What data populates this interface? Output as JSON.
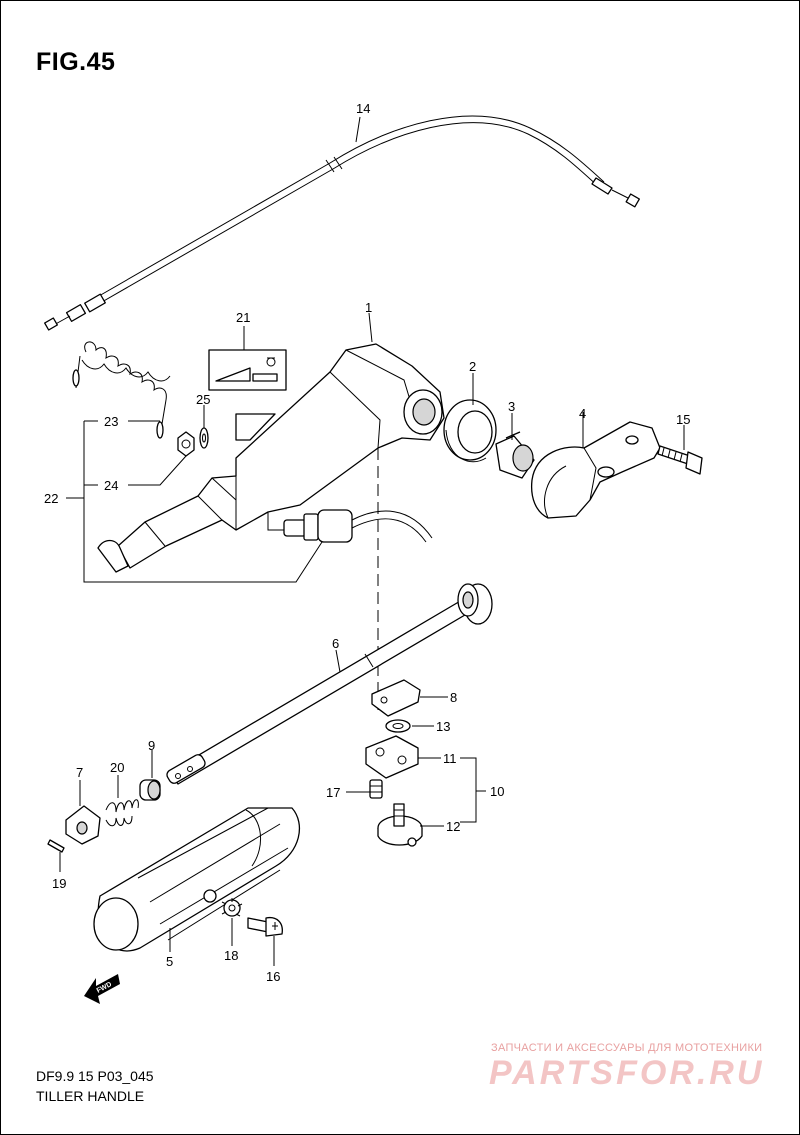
{
  "figure": {
    "title": "FIG.45",
    "model_code": "DF9.9 15 P03_045",
    "name": "TILLER HANDLE"
  },
  "callouts": [
    "1",
    "2",
    "3",
    "4",
    "5",
    "6",
    "7",
    "8",
    "9",
    "10",
    "11",
    "12",
    "13",
    "14",
    "15",
    "16",
    "17",
    "18",
    "19",
    "20",
    "21",
    "22",
    "23",
    "24",
    "25"
  ],
  "watermark": {
    "tagline": "ЗАПЧАСТИ И АКСЕССУАРЫ ДЛЯ МОТОТЕХНИКИ",
    "brand": "PARTSFOR.RU",
    "color": "#e06060"
  },
  "icons": {
    "fwd_arrow": "FWD",
    "label_plate_icon": "oil-can-icon"
  }
}
